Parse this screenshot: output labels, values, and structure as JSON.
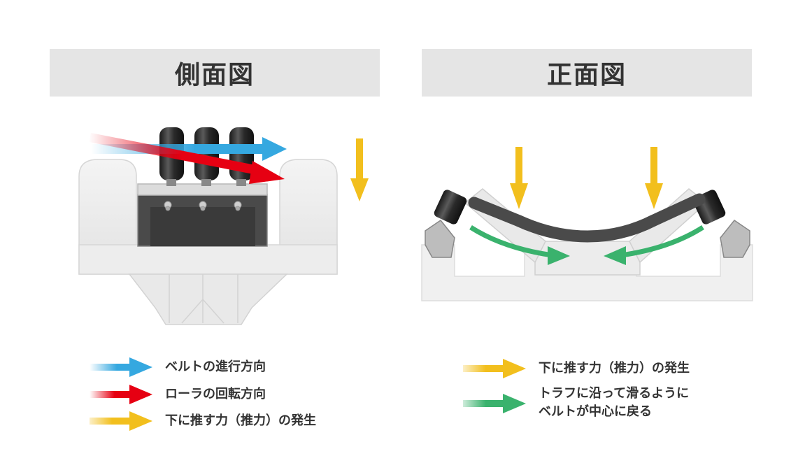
{
  "side_view": {
    "title": "側面図",
    "legend": [
      {
        "label": "ベルトの進行方向",
        "color": "#35a8e0"
      },
      {
        "label": "ローラの回転方向",
        "color": "#e60012"
      },
      {
        "label": "下に推す力（推力）の発生",
        "color": "#f2bf1d"
      }
    ]
  },
  "front_view": {
    "title": "正面図",
    "legend": [
      {
        "label": "下に推す力（推力）の発生",
        "color": "#f2bf1d"
      },
      {
        "label_lines": [
          "トラフに沿って滑るように",
          "ベルトが中心に戻る"
        ],
        "color": "#3ab26d"
      }
    ]
  }
}
